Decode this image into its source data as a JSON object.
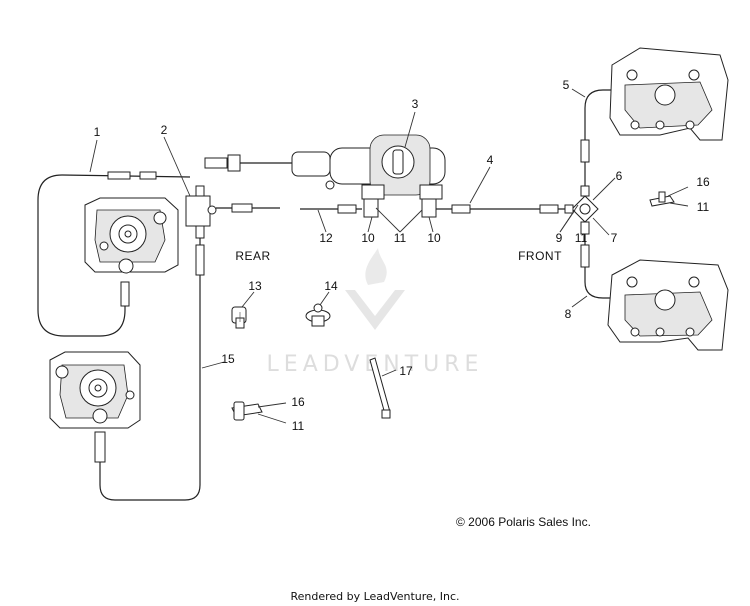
{
  "callouts": [
    "1",
    "2",
    "3",
    "4",
    "5",
    "6",
    "7",
    "8",
    "9",
    "10",
    "10",
    "11",
    "11",
    "12",
    "13",
    "14",
    "15",
    "16",
    "11",
    "16",
    "11",
    "17"
  ],
  "sections": {
    "rear": "REAR",
    "front": "FRONT"
  },
  "watermark": "LEADVENTURE",
  "copyright": "© 2006 Polaris Sales Inc.",
  "footer": "Rendered by LeadVenture, Inc."
}
